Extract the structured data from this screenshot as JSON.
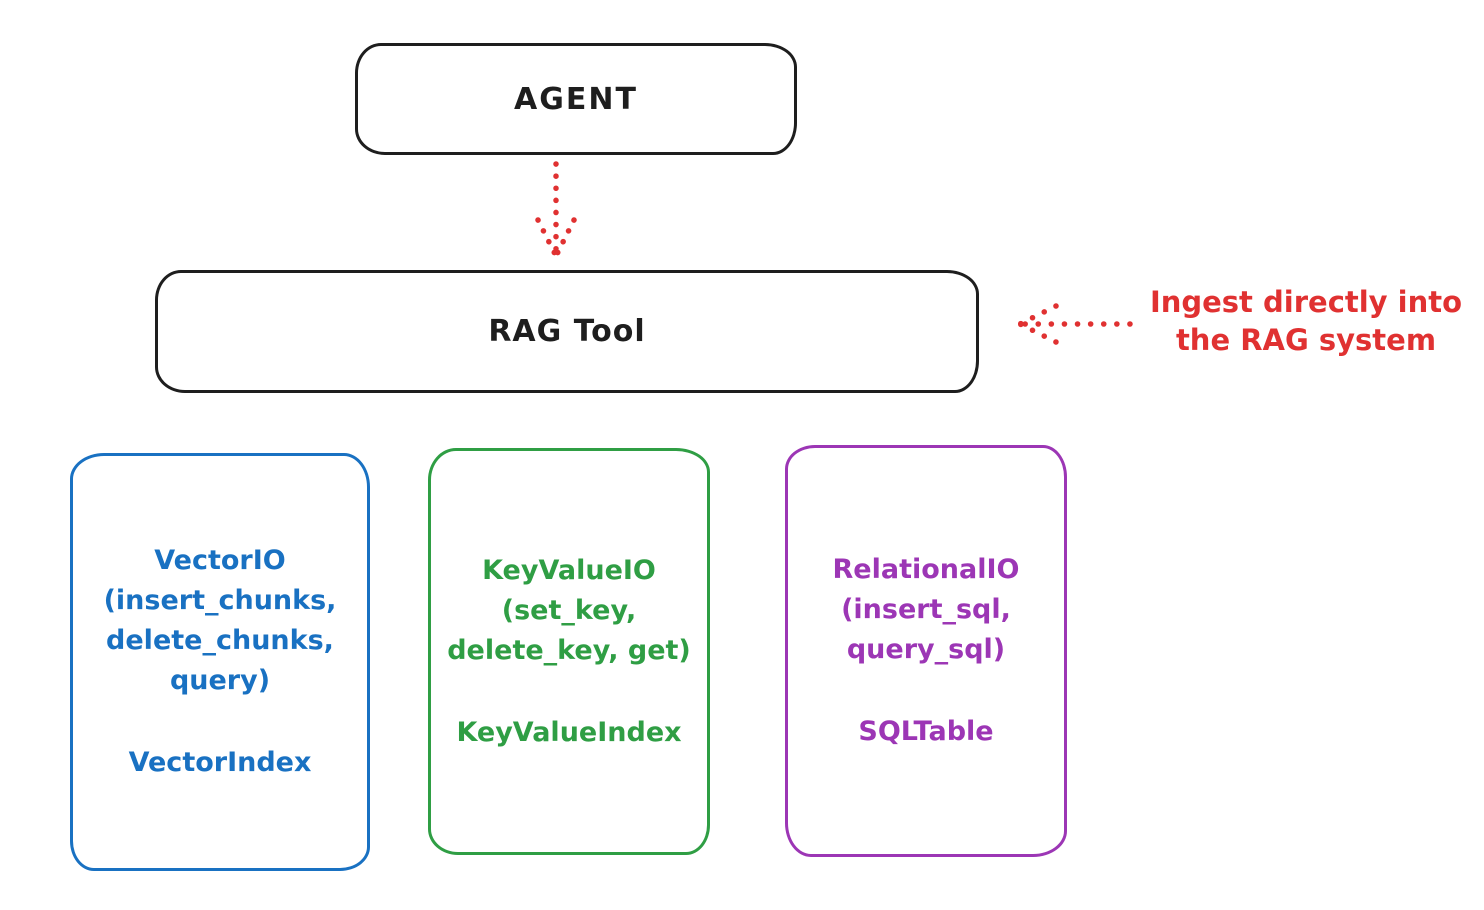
{
  "colors": {
    "ink": "#1e1e1e",
    "red": "#e03131",
    "blue": "#1971c2",
    "green": "#2f9e44",
    "purple": "#9c36b5",
    "background": "#ffffff"
  },
  "agent_box": {
    "label": "AGENT"
  },
  "rag_tool_box": {
    "label": "RAG Tool"
  },
  "annotation": {
    "line1": "Ingest directly into",
    "line2": "the RAG system"
  },
  "arrows": {
    "agent_to_rag": "dotted-red-arrow-down",
    "ingest_to_rag": "dotted-red-arrow-left"
  },
  "backends": {
    "vector": {
      "color": "#1971c2",
      "lines": [
        "VectorIO",
        "(insert_chunks,",
        "delete_chunks,",
        "query)"
      ],
      "index": "VectorIndex"
    },
    "keyvalue": {
      "color": "#2f9e44",
      "lines": [
        "KeyValueIO",
        "(set_key,",
        "delete_key, get)"
      ],
      "index": "KeyValueIndex"
    },
    "relational": {
      "color": "#9c36b5",
      "lines": [
        "RelationalIO",
        "(insert_sql,",
        "query_sql)"
      ],
      "index": "SQLTable"
    }
  }
}
